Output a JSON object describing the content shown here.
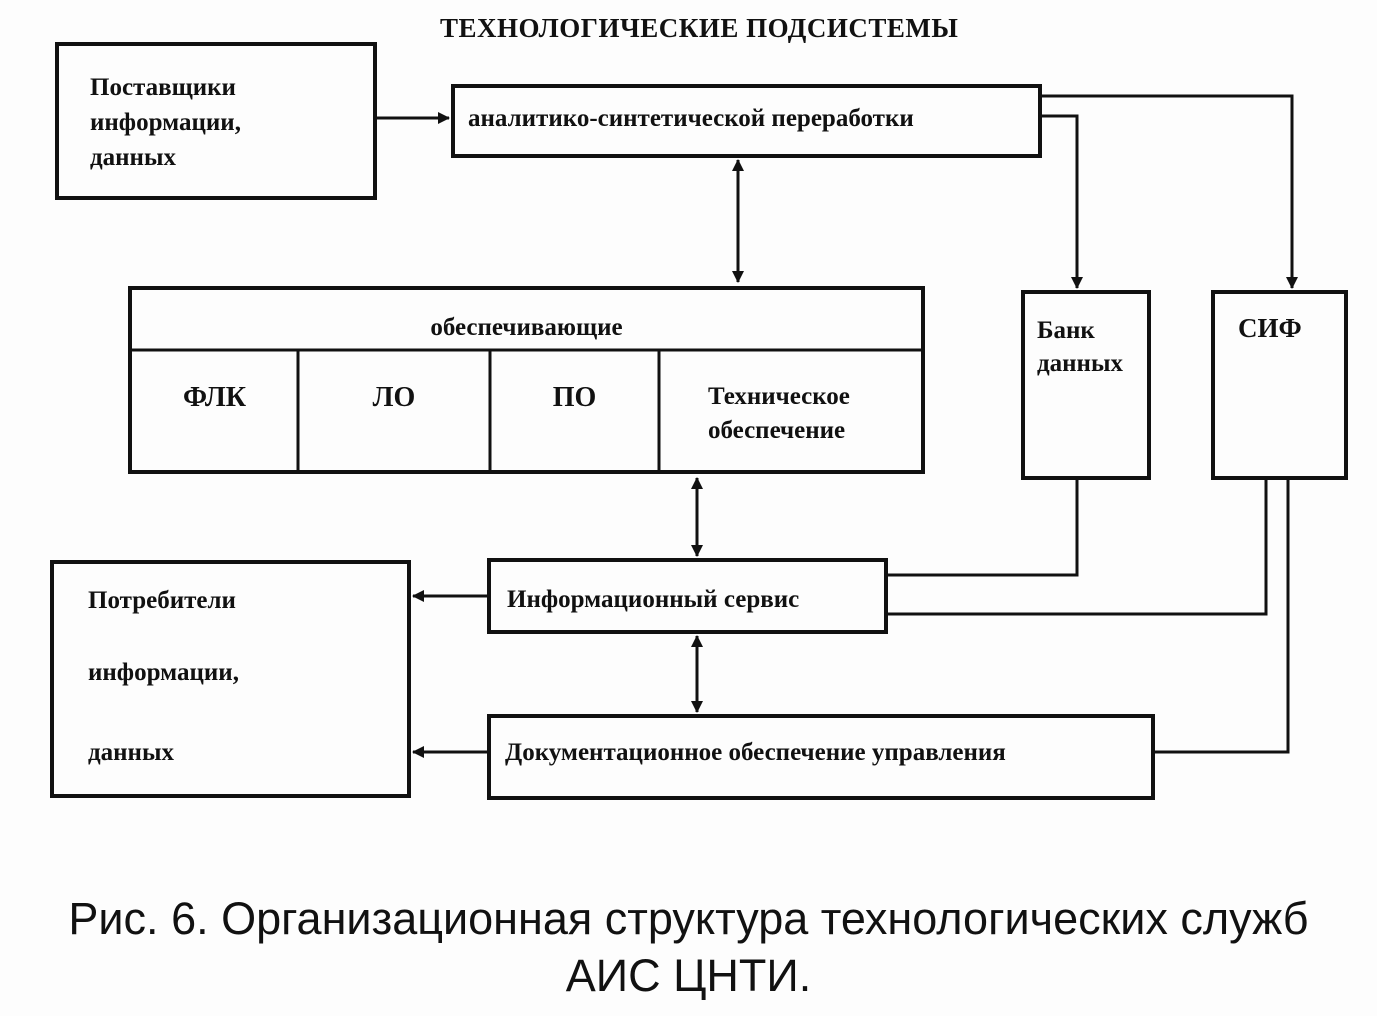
{
  "title": "ТЕХНОЛОГИЧЕСКИЕ ПОДСИСТЕМЫ",
  "nodes": {
    "suppliers": [
      "Поставщики",
      "информации,",
      "данных"
    ],
    "analytic": "аналитико-синтетической переработки",
    "supporting": {
      "header": "обеспечивающие",
      "cells": [
        "ФЛК",
        "ЛО",
        "ПО"
      ],
      "tech": [
        "Техническое",
        "обеспечение"
      ]
    },
    "databank": [
      "Банк",
      "данных"
    ],
    "sif": "СИФ",
    "infoservice": "Информационный сервис",
    "docsupport": "Документационное обеспечение управления",
    "consumers": [
      "Потребители",
      "информации,",
      "данных"
    ]
  },
  "caption": [
    "Рис. 6. Организационная структура технологических служб",
    "АИС ЦНТИ."
  ],
  "colors": {
    "ink": "#111111",
    "paper": "#fdfdfd"
  }
}
